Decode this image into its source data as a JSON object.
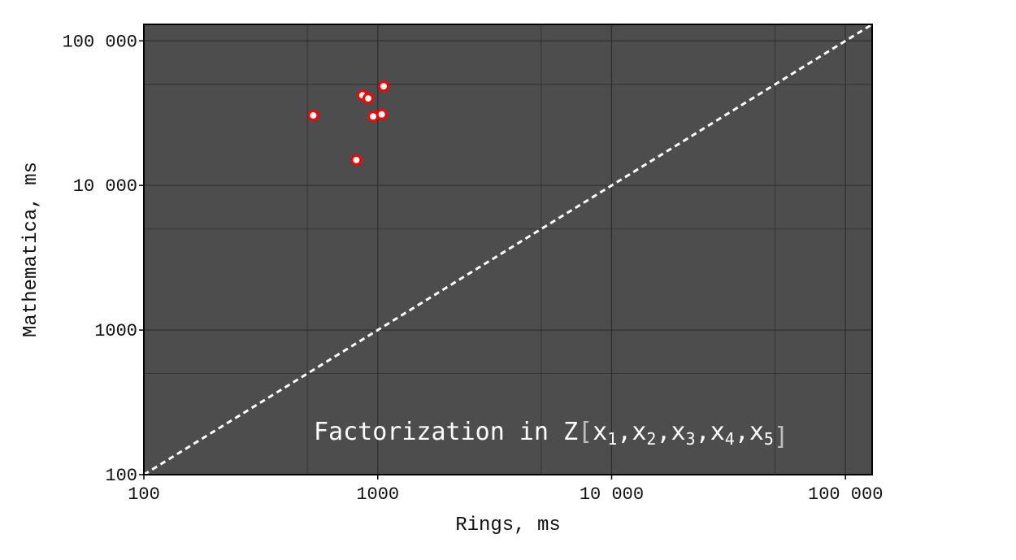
{
  "chart_data": {
    "type": "scatter",
    "xlabel": "Rings, ms",
    "ylabel": "Mathematica, ms",
    "xscale": "log",
    "yscale": "log",
    "xlim": [
      100,
      130000
    ],
    "ylim": [
      100,
      130000
    ],
    "x_ticks": [
      100,
      1000,
      10000,
      100000
    ],
    "x_tick_labels": [
      "100",
      "1000",
      "10 000",
      "100 000"
    ],
    "y_ticks": [
      100,
      1000,
      10000,
      100000
    ],
    "y_tick_labels": [
      "100",
      "1000",
      "10 000",
      "100 000"
    ],
    "grid": true,
    "background_color": "#4d4d4d",
    "diagonal_reference_line": true,
    "diagonal_line_color": "#ffffff",
    "marker_color": "#ff0000",
    "marker_fill": "#ffffff",
    "annotation": {
      "prefix": "Factorization in Z",
      "open_bracket": "[",
      "close_bracket": "]",
      "variables": [
        {
          "base": "x",
          "sub": "1"
        },
        {
          "base": "x",
          "sub": "2"
        },
        {
          "base": "x",
          "sub": "3"
        },
        {
          "base": "x",
          "sub": "4"
        },
        {
          "base": "x",
          "sub": "5"
        }
      ],
      "separator": ","
    },
    "points": [
      {
        "x": 530,
        "y": 30500
      },
      {
        "x": 810,
        "y": 15000
      },
      {
        "x": 860,
        "y": 42000
      },
      {
        "x": 910,
        "y": 40000
      },
      {
        "x": 955,
        "y": 30000
      },
      {
        "x": 1040,
        "y": 31000
      },
      {
        "x": 1060,
        "y": 48500
      }
    ]
  }
}
